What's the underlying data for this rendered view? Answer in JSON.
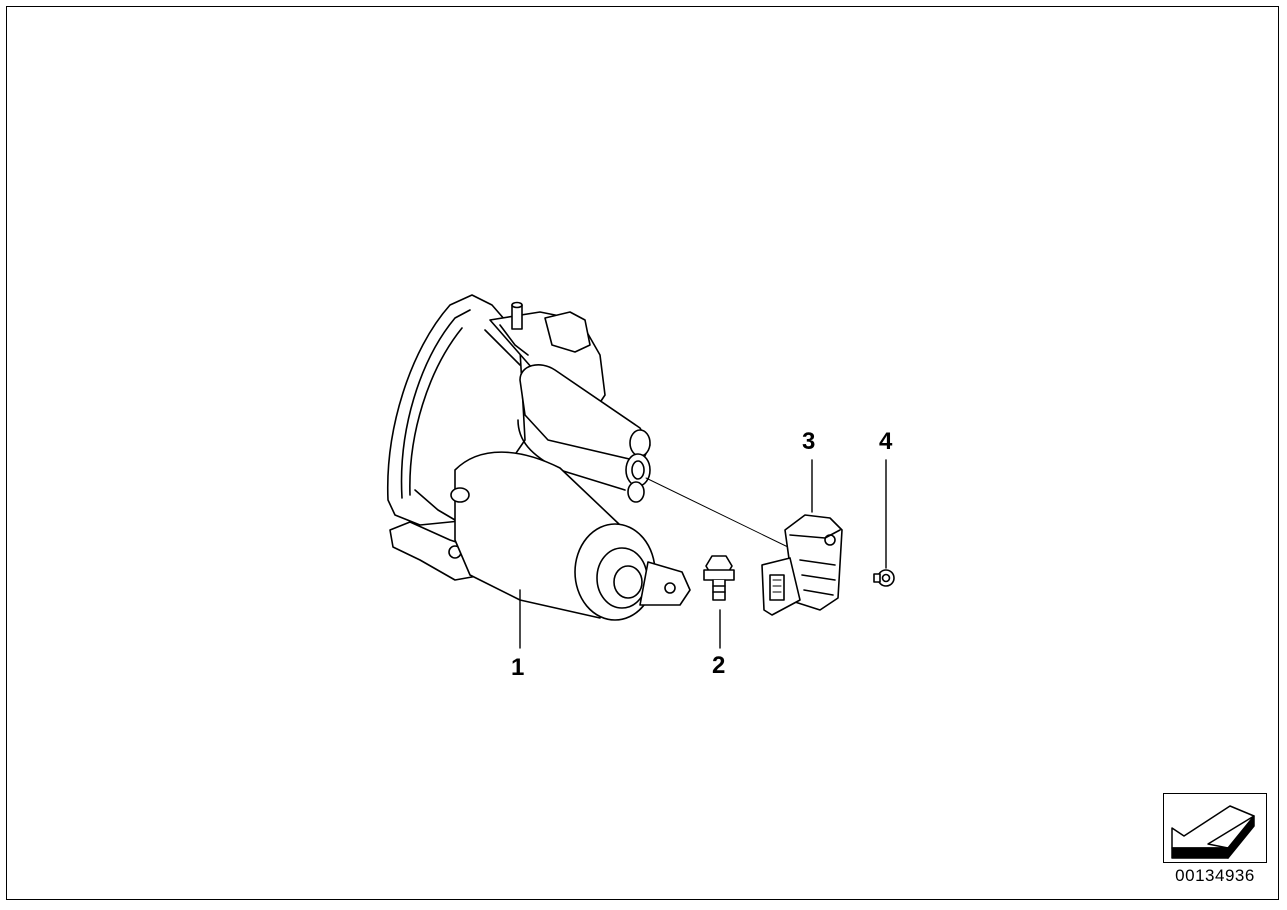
{
  "diagram": {
    "callouts": [
      {
        "id": "1",
        "label": "1"
      },
      {
        "id": "2",
        "label": "2"
      },
      {
        "id": "3",
        "label": "3"
      },
      {
        "id": "4",
        "label": "4"
      }
    ],
    "diagram_number": "00134936",
    "nav_icon": "next-page-arrow-icon",
    "colors": {
      "line": "#000000",
      "background": "#ffffff"
    }
  }
}
